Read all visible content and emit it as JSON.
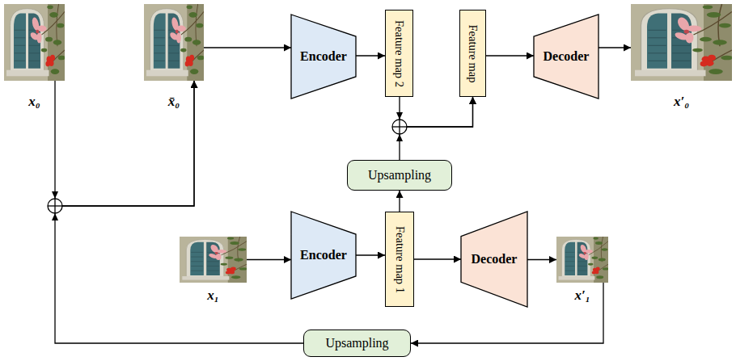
{
  "diagram": {
    "nodes": [
      {
        "text": [
          "x₀"
        ]
      },
      {
        "text": [
          "x̄₀"
        ]
      },
      {
        "text": [
          "Encoder"
        ]
      },
      {
        "text": [
          "Feature map 2"
        ]
      },
      {
        "text": [
          "Feature map"
        ]
      },
      {
        "text": [
          "Decoder"
        ]
      },
      {
        "text": [
          "x′₀"
        ]
      },
      {
        "text": [
          "Upsampling"
        ]
      },
      {
        "text": [
          "x₁"
        ]
      },
      {
        "text": [
          "Encoder"
        ]
      },
      {
        "text": [
          "Feature map 1"
        ]
      },
      {
        "text": [
          "Decoder"
        ]
      },
      {
        "text": [
          "x′₁"
        ]
      },
      {
        "text": [
          "Upsampling"
        ]
      }
    ],
    "edges": [
      {
        "from": 0,
        "to": 1,
        "arrow": "to"
      },
      {
        "from": 13,
        "to": 1,
        "arrow": "to"
      },
      {
        "from": 1,
        "to": 2,
        "arrow": "to"
      },
      {
        "from": 2,
        "to": 3,
        "arrow": "to"
      },
      {
        "from": 3,
        "to": 4,
        "arrow": "to"
      },
      {
        "from": 7,
        "to": 4,
        "arrow": "to"
      },
      {
        "from": 4,
        "to": 5,
        "arrow": "to"
      },
      {
        "from": 5,
        "to": 6,
        "arrow": "to"
      },
      {
        "from": 10,
        "to": 7,
        "arrow": "to"
      },
      {
        "from": 8,
        "to": 9,
        "arrow": "to"
      },
      {
        "from": 9,
        "to": 10,
        "arrow": "to"
      },
      {
        "from": 10,
        "to": 11,
        "arrow": "to"
      },
      {
        "from": 11,
        "to": 12,
        "arrow": "to"
      },
      {
        "from": 12,
        "to": 13,
        "arrow": "to"
      }
    ]
  }
}
